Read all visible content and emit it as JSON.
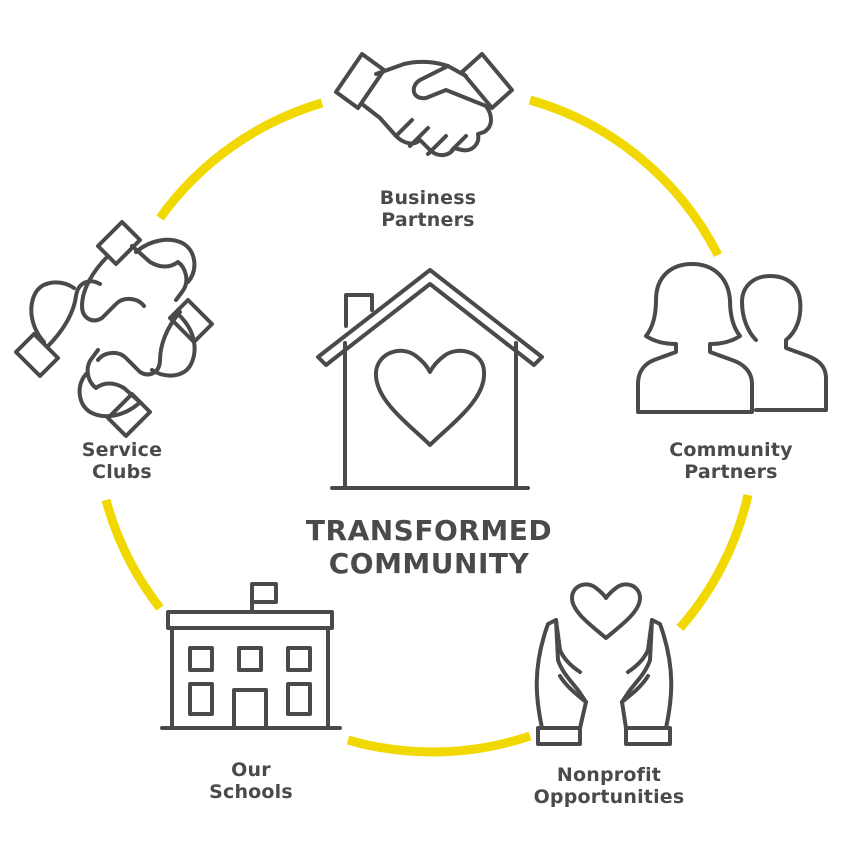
{
  "colors": {
    "ring": "#f0d800",
    "icon": "#4a4a4a",
    "text": "#4a4a4a"
  },
  "center": {
    "line1": "TRANSFORMED",
    "line2": "COMMUNITY",
    "icon": "house-heart-icon"
  },
  "nodes": [
    {
      "id": "business",
      "line1": "Business",
      "line2": "Partners",
      "icon": "handshake-icon"
    },
    {
      "id": "community",
      "line1": "Community",
      "line2": "Partners",
      "icon": "two-people-icon"
    },
    {
      "id": "nonprofit",
      "line1": "Nonprofit",
      "line2": "Opportunities",
      "icon": "hands-heart-icon"
    },
    {
      "id": "schools",
      "line1": "Our",
      "line2": "Schools",
      "icon": "school-building-icon"
    },
    {
      "id": "service",
      "line1": "Service",
      "line2": "Clubs",
      "icon": "joined-hands-icon"
    }
  ]
}
